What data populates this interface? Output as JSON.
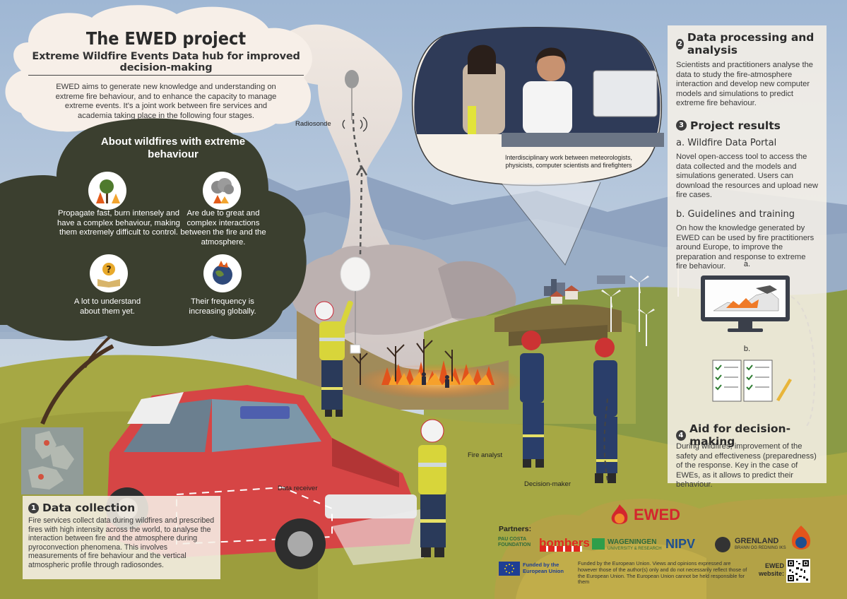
{
  "title": "The EWED project",
  "subtitle": "Extreme Wildfire Events Data hub for improved decision-making",
  "intro": "EWED aims to generate new knowledge and understanding on extreme fire behaviour, and to enhance the capacity to manage extreme events. It's a joint work between fire services and academia taking place in the following four stages.",
  "about": {
    "title": "About wildfires with extreme behaviour",
    "facts": [
      {
        "text": "Propagate fast, burn intensely and have a complex behaviour, making them extremely difficult to control.",
        "icon": "burning-trees-icon"
      },
      {
        "text": "Are due to great and complex interactions between the fire and the atmosphere.",
        "icon": "smoke-cloud-icon"
      },
      {
        "text": "A lot to understand about them yet.",
        "icon": "question-book-icon"
      },
      {
        "text": "Their frequency is increasing globally.",
        "icon": "burning-globe-icon"
      }
    ]
  },
  "labels": {
    "radiosonde": "Radiosonde",
    "interdisciplinary": "Interdisciplinary work between meteorologists, physicists, computer scientists and firefighters",
    "fire_analyst": "Fire analyst",
    "data_receiver": "Data receiver",
    "decision_maker": "Decision-maker",
    "a": "a.",
    "b": "b."
  },
  "stages": {
    "s1": {
      "num": "1",
      "title": "Data collection",
      "text": "Fire services collect data during wildfires and prescribed fires with high intensity across the world, to analyse the interaction between fire and the atmosphere during pyroconvection phenomena. This involves measurements of fire behaviour and the vertical atmospheric profile through radiosondes."
    },
    "s2": {
      "num": "2",
      "title": "Data processing and analysis",
      "text": "Scientists and practitioners analyse the data to study the fire-atmosphere interaction and develop new computer models and simulations to predict extreme fire behaviour."
    },
    "s3": {
      "num": "3",
      "title": "Project results",
      "a_title": "a.  Wildfire Data Portal",
      "a_text": "Novel open-access tool to access the data collected and the models and simulations generated. Users can download the resources and upload new fire cases.",
      "b_title": "b.  Guidelines and training",
      "b_text": "On how the knowledge generated by EWED can be used by fire practitioners around Europe, to improve the preparation and response to extreme fire behaviour."
    },
    "s4": {
      "num": "4",
      "title": "Aid for decision-making",
      "text": "During wildfires, improvement of the safety and effectiveness (preparedness) of the response. Key in the case of EWEs, as it allows to predict their behaviour."
    }
  },
  "partners": {
    "label": "Partners:",
    "ewed_logo": "EWED",
    "pau_costa": "PAU COSTA FOUNDATION",
    "bombers": "bombers",
    "wageningen": "WAGENINGEN",
    "wageningen_sub": "UNIVERSITY & RESEARCH",
    "nipv": "NIPV",
    "grenland": "GRENLAND",
    "grenland_sub": "BRANN OG REDNING IKS",
    "eu_funded": "Funded by the European Union",
    "disclaimer": "Funded by the European Union. Views and opinions expressed are however those of the author(s) only and do not necessarily reflect those of the European Union. The European Union cannot be held responsible for them",
    "website_label": "EWED website:"
  },
  "colors": {
    "sky_top": "#a8bfd9",
    "dark_panel": "#3b3f2f",
    "panel_bg": "#f6f0e7",
    "truck_red": "#d64545",
    "bombers_red": "#e0281e",
    "ewed_red": "#d3262d"
  }
}
